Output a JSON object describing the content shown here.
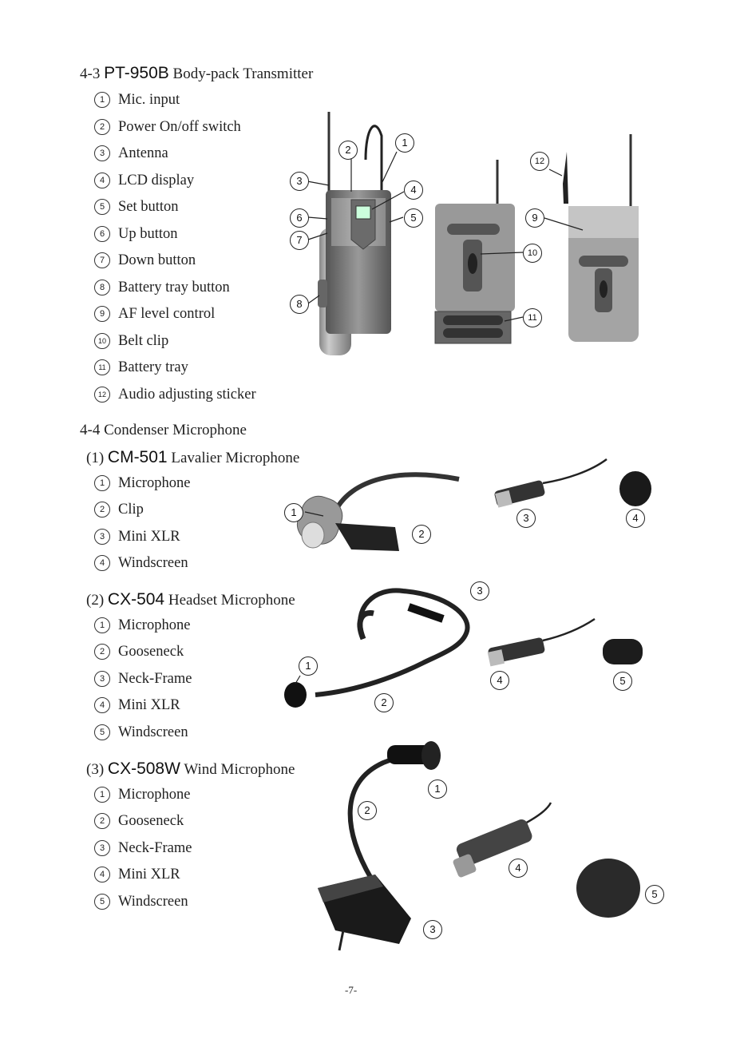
{
  "sec43": {
    "prefix": "4-3",
    "model": "PT-950B",
    "title": "Body-pack Transmitter",
    "items": [
      {
        "n": "1",
        "label": "Mic. input"
      },
      {
        "n": "2",
        "label": "Power On/off switch"
      },
      {
        "n": "3",
        "label": "Antenna"
      },
      {
        "n": "4",
        "label": "LCD display"
      },
      {
        "n": "5",
        "label": "Set button"
      },
      {
        "n": "6",
        "label": "Up button"
      },
      {
        "n": "7",
        "label": "Down button"
      },
      {
        "n": "8",
        "label": "Battery tray button"
      },
      {
        "n": "9",
        "label": "AF level control"
      },
      {
        "n": "10",
        "label": "Belt clip"
      },
      {
        "n": "11",
        "label": "Battery tray"
      },
      {
        "n": "12",
        "label": "Audio adjusting sticker"
      }
    ]
  },
  "sec44": {
    "heading": "4-4 Condenser Microphone",
    "sub1": {
      "idx": "(1)",
      "model": "CM-501",
      "title": "Lavalier Microphone",
      "items": [
        {
          "n": "1",
          "label": "Microphone"
        },
        {
          "n": "2",
          "label": "Clip"
        },
        {
          "n": "3",
          "label": "Mini XLR"
        },
        {
          "n": "4",
          "label": "Windscreen"
        }
      ]
    },
    "sub2": {
      "idx": "(2)",
      "model": "CX-504",
      "title": "Headset Microphone",
      "items": [
        {
          "n": "1",
          "label": "Microphone"
        },
        {
          "n": "2",
          "label": "Gooseneck"
        },
        {
          "n": "3",
          "label": "Neck-Frame"
        },
        {
          "n": "4",
          "label": "Mini XLR"
        },
        {
          "n": "5",
          "label": "Windscreen"
        }
      ]
    },
    "sub3": {
      "idx": "(3)",
      "model": "CX-508W",
      "title": "Wind Microphone",
      "items": [
        {
          "n": "1",
          "label": "Microphone"
        },
        {
          "n": "2",
          "label": "Gooseneck"
        },
        {
          "n": "3",
          "label": "Neck-Frame"
        },
        {
          "n": "4",
          "label": "Mini XLR"
        },
        {
          "n": "5",
          "label": "Windscreen"
        }
      ]
    }
  },
  "callouts": {
    "pt950b": [
      "1",
      "2",
      "3",
      "4",
      "5",
      "6",
      "7",
      "8",
      "9",
      "10",
      "11",
      "12"
    ],
    "cm501": [
      "1",
      "2",
      "3",
      "4"
    ],
    "cx504": [
      "1",
      "2",
      "3",
      "4",
      "5"
    ],
    "cx508w": [
      "1",
      "2",
      "3",
      "4",
      "5"
    ]
  },
  "footer": {
    "page": "-7-"
  }
}
